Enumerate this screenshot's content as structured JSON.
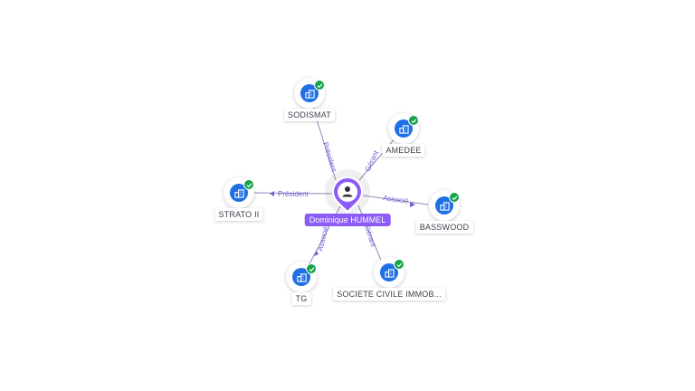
{
  "center": {
    "name": "Dominique HUMMEL",
    "icon": "person-icon"
  },
  "nodes": [
    {
      "id": "sodismat",
      "name": "SODISMAT",
      "role": "Président",
      "icon": "company-icon",
      "verified": true
    },
    {
      "id": "amedee",
      "name": "AMEDEE",
      "role": "Gérant",
      "icon": "company-icon",
      "verified": true
    },
    {
      "id": "basswood",
      "name": "BASSWOOD",
      "role": "Associé",
      "icon": "company-icon",
      "verified": true
    },
    {
      "id": "societe-civile",
      "name": "SOCIETE CIVILE IMMOB...",
      "role": "Gérant",
      "icon": "company-icon",
      "verified": true
    },
    {
      "id": "tg",
      "name": "TG",
      "role": "Associé",
      "icon": "company-icon",
      "verified": true
    },
    {
      "id": "strato",
      "name": "STRATO II",
      "role": "Président",
      "icon": "company-icon",
      "verified": true
    }
  ],
  "colors": {
    "accent": "#8b5cf6",
    "node_fill": "#1f6fe5",
    "check": "#16a34a",
    "edge": "#8e8ab8",
    "edge_label": "#6b5fd6"
  }
}
